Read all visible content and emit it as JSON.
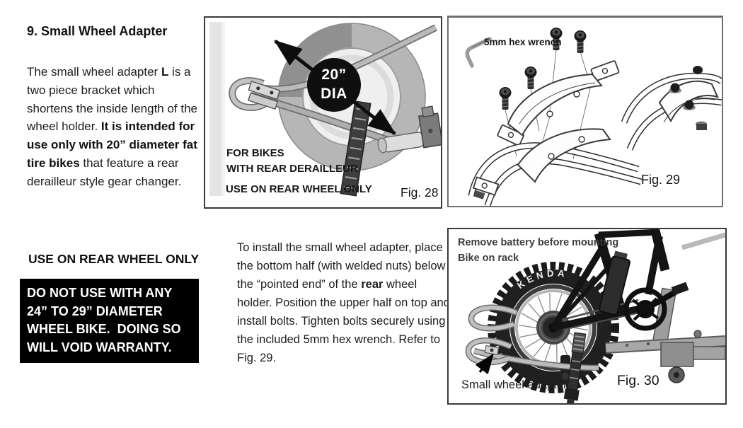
{
  "left_column": {
    "heading": "9. Small Wheel Adapter",
    "para": {
      "s1": "The small wheel adapter ",
      "s2": "L",
      "s3": " is a two piece bracket which shortens the inside length of the wheel holder. ",
      "s4": "It is intended for use only with 20” diameter fat tire bikes",
      "s5": " that feature a rear derailleur style gear changer."
    },
    "rear_note": "USE ON REAR WHEEL ONLY",
    "warning": {
      "line1": "DO NOT USE WITH ANY",
      "line2": "24” TO 29” DIAMETER",
      "line3": "WHEEL BIKE.  DOING SO",
      "line4": "WILL VOID WARRANTY."
    }
  },
  "install": {
    "s1": "To install the small wheel adapter, place the bottom half (with welded nuts) below the “pointed end” of the ",
    "s2": "rear",
    "s3": " wheel holder. Position the upper half on top and install bolts. Tighten bolts securely using the included 5mm hex wrench. Refer to Fig. 29."
  },
  "fig28": {
    "dia_line1": "20”",
    "dia_line2": "DIA",
    "note_line1": "FOR BIKES",
    "note_line2": "WITH REAR DERAILLEUR",
    "rear_note": "USE ON REAR WHEEL ONLY",
    "caption": "Fig. 28"
  },
  "fig29": {
    "tool_label": "5mm hex wrench",
    "caption": "Fig. 29"
  },
  "fig30": {
    "battery_note_line1": "Remove battery before mounting",
    "battery_note_line2": "Bike on rack",
    "tire_brand": "KENDA",
    "adapter_label": "Small wheel adapter",
    "caption": "Fig. 30"
  },
  "colors": {
    "warning_bg": "#000000",
    "warning_fg": "#ffffff",
    "body_text": "#1c1c1c",
    "dia_badge": "#0f0f0f"
  }
}
